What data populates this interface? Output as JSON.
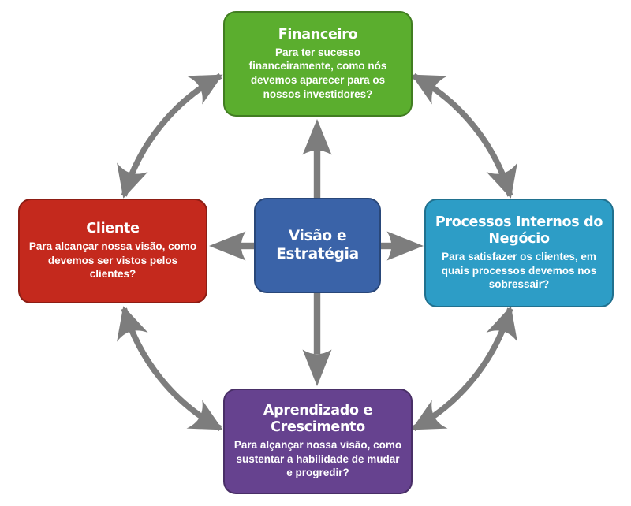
{
  "colors": {
    "green": "#5BAE2E",
    "red": "#C4291D",
    "teal": "#2D9DC6",
    "purple": "#66428F",
    "blue": "#3A63A8",
    "arrow": "#7D7D7D",
    "text": "#FFFFFF",
    "background": "#FFFFFF"
  },
  "boxes": {
    "financeiro": {
      "title": "Financeiro",
      "question": "Para ter sucesso financeiramente, como nós devemos aparecer para os nossos investidores?"
    },
    "cliente": {
      "title": "Cliente",
      "question": "Para alcançar nossa visão, como devemos ser vistos pelos clientes?"
    },
    "processos": {
      "title": "Processos Internos do Negócio",
      "question": "Para satisfazer os clientes, em quais processos devemos nos sobressair?"
    },
    "aprendizado": {
      "title": "Aprendizado e Crescimento",
      "question": "Para alçançar nossa visão, como sustentar a habilidade de mudar e progredir?"
    },
    "centro": {
      "title": "Visão e Estratégia"
    }
  }
}
